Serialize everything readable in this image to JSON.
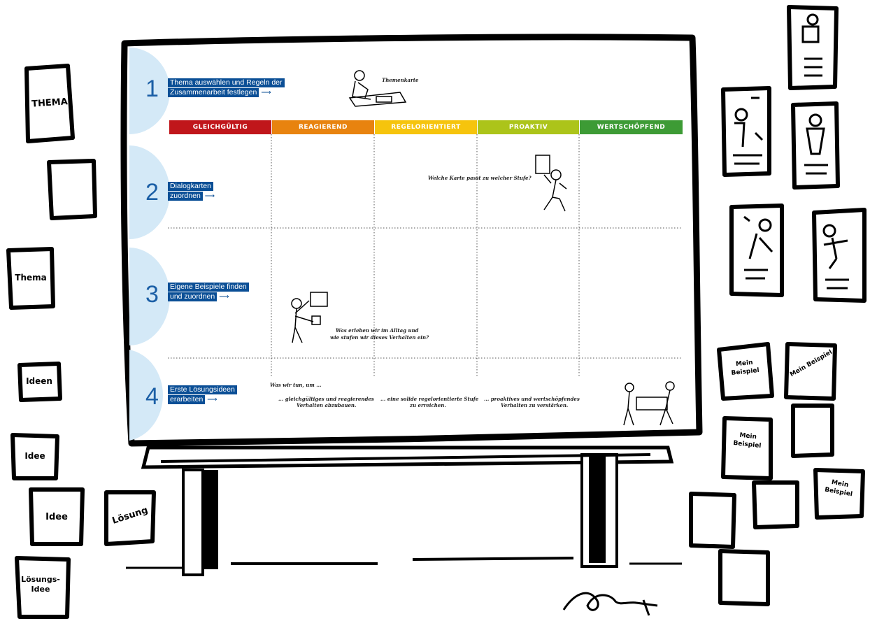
{
  "steps": [
    {
      "number": "1",
      "lines": [
        "Thema auswählen und Regeln der",
        "Zusammenarbeit festlegen"
      ]
    },
    {
      "number": "2",
      "lines": [
        "Dialogkarten",
        "zuordnen"
      ]
    },
    {
      "number": "3",
      "lines": [
        "Eigene Beispiele finden",
        "und zuordnen"
      ]
    },
    {
      "number": "4",
      "lines": [
        "Erste Lösungsideen",
        "erarbeiten"
      ]
    }
  ],
  "arrow_glyph": "⟶",
  "stages": [
    {
      "label": "GLEICHGÜLTIG",
      "color": "#c0161b"
    },
    {
      "label": "REAGIEREND",
      "color": "#e8830f"
    },
    {
      "label": "REGELORIENTIERT",
      "color": "#f6c40d"
    },
    {
      "label": "PROAKTIV",
      "color": "#acc41a"
    },
    {
      "label": "WERTSCHÖPFEND",
      "color": "#3d9b35"
    }
  ],
  "annotations": {
    "themenkarte": "Themenkarte",
    "welche_karte": "Welche Karte passt zu welcher Stufe?",
    "alltag_1": "Was erleben wir im Alltag und",
    "alltag_2": "wie stufen wir dieses Verhalten ein?",
    "was_wir_tun": "Was wir tun, um ...",
    "goal_1a": "... gleichgültiges und reagierendes",
    "goal_1b": "Verhalten abzubauen.",
    "goal_2a": "... eine solide regelorientierte Stufe",
    "goal_2b": "zu erreichen.",
    "goal_3a": "... proaktives und wertschöpfendes",
    "goal_3b": "Verhalten zu verstärken."
  },
  "stickies_left": [
    "THEMA",
    "",
    "Thema",
    "Ideen",
    "Idee",
    "Idee",
    "Lösung",
    "Lösungs-Idee"
  ],
  "stickies_right": [
    "Mein Beispiel",
    "Mein Beispiel",
    "Mein Beispiel",
    "Mein Beispiel"
  ],
  "accent_blue": "#0b4f96",
  "circle_blue": "#d4e9f7"
}
